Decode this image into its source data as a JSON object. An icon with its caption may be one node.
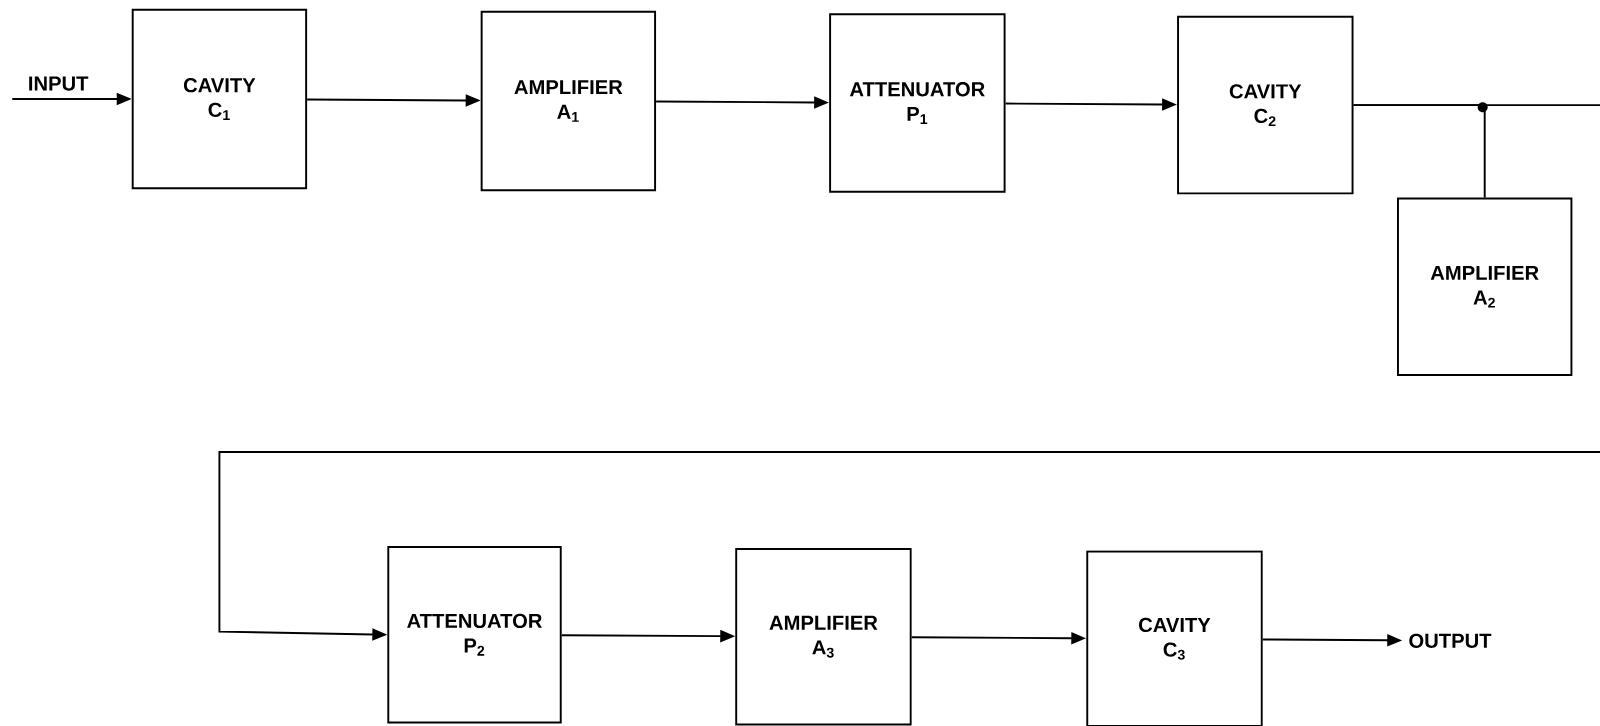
{
  "diagram": {
    "nodes": [
      {
        "text": [
          "CAVITY",
          "C$_{1}$"
        ]
      },
      {
        "text": [
          "AMPLIFIER",
          "A$_{1}$"
        ]
      },
      {
        "text": [
          "ATTENUATOR",
          "P$_{1}$"
        ]
      },
      {
        "text": [
          "CAVITY",
          "C$_{2}$"
        ]
      },
      {
        "text": [
          "AMPLIFIER",
          "A$_{2}$"
        ]
      },
      {
        "text": [
          "ATTENUATOR",
          "P$_{2}$"
        ]
      },
      {
        "text": [
          "AMPLIFIER",
          "A$_{3}$"
        ]
      },
      {
        "text": [
          "CAVITY",
          "C$_{3}$"
        ]
      },
      {
        "text": [
          "OUTPUT"
        ]
      }
    ],
    "edges": [
      {
        "from": null,
        "to": 0,
        "arrow": "to",
        "label": "INPUT"
      },
      {
        "from": 0,
        "to": 1,
        "arrow": "to"
      },
      {
        "from": 1,
        "to": 2,
        "arrow": "to"
      },
      {
        "from": 2,
        "to": 3,
        "arrow": "to"
      },
      {
        "from": 3,
        "to": 4,
        "arrow": "none"
      },
      {
        "from": 3,
        "to": 5,
        "arrow": "to"
      },
      {
        "from": 5,
        "to": 6,
        "arrow": "to"
      },
      {
        "from": 6,
        "to": 7,
        "arrow": "to"
      },
      {
        "from": 7,
        "to": 8,
        "arrow": "to"
      }
    ]
  }
}
